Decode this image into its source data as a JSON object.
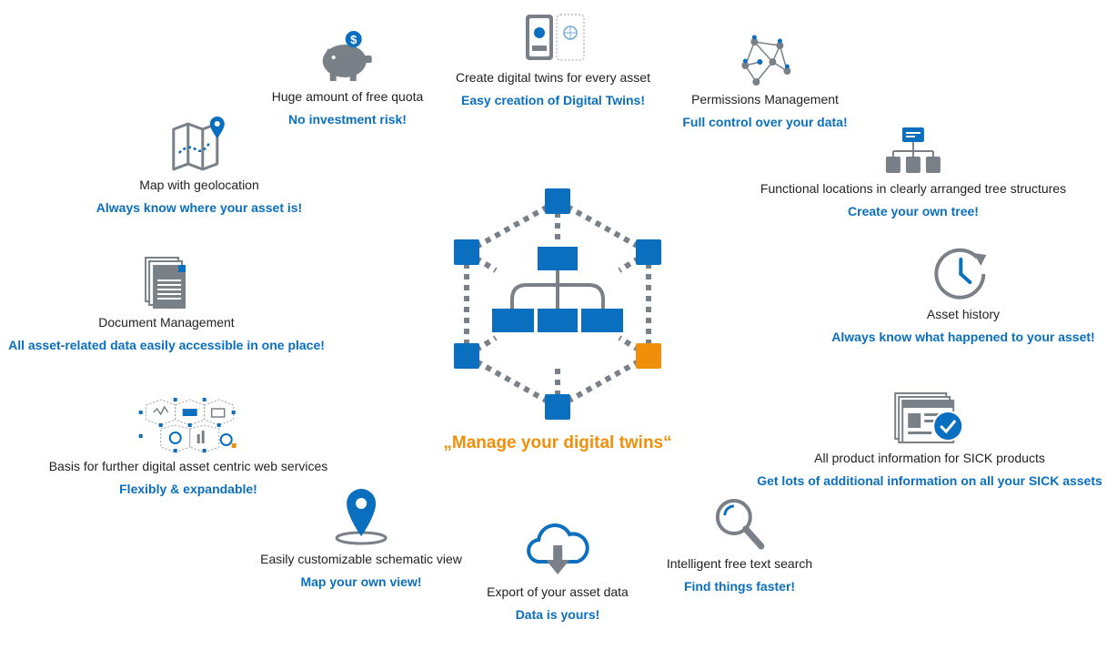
{
  "colors": {
    "blue": "#0a6fbf",
    "orange": "#f0900a",
    "gray": "#7a8088",
    "text": "#222222"
  },
  "tagline": "„Manage your digital twins“",
  "features": {
    "digital_twins": {
      "icon": "device-twin-icon",
      "title": "Create digital twins for every asset",
      "subtitle": "Easy creation of Digital Twins!"
    },
    "free_quota": {
      "icon": "piggy-bank-icon",
      "title": "Huge amount of free quota",
      "subtitle": "No investment risk!"
    },
    "permissions": {
      "icon": "user-network-icon",
      "title": "Permissions Management",
      "subtitle": "Full control over your data!"
    },
    "map": {
      "icon": "map-pin-icon",
      "title": "Map with geolocation",
      "subtitle": "Always know where your asset is!"
    },
    "functional_locations": {
      "icon": "tree-structure-icon",
      "title": "Functional locations in clearly arranged tree structures",
      "subtitle": "Create your own tree!"
    },
    "documents": {
      "icon": "document-stack-icon",
      "title": "Document Management",
      "subtitle": "All asset-related data easily accessible in one place!"
    },
    "history": {
      "icon": "clock-history-icon",
      "title": "Asset history",
      "subtitle": "Always know what happened to your asset!"
    },
    "web_services": {
      "icon": "service-grid-icon",
      "title": "Basis for further digital asset centric web services",
      "subtitle": "Flexibly & expandable!"
    },
    "product_info": {
      "icon": "product-check-icon",
      "title": "All product information for SICK products",
      "subtitle": "Get lots of additional information on all your SICK assets"
    },
    "schematic": {
      "icon": "location-marker-icon",
      "title": "Easily customizable schematic view",
      "subtitle": "Map your own view!"
    },
    "export": {
      "icon": "cloud-download-icon",
      "title": "Export of your asset data",
      "subtitle": "Data is yours!"
    },
    "search": {
      "icon": "magnifier-icon",
      "title": "Intelligent free text search",
      "subtitle": "Find things faster!"
    }
  }
}
